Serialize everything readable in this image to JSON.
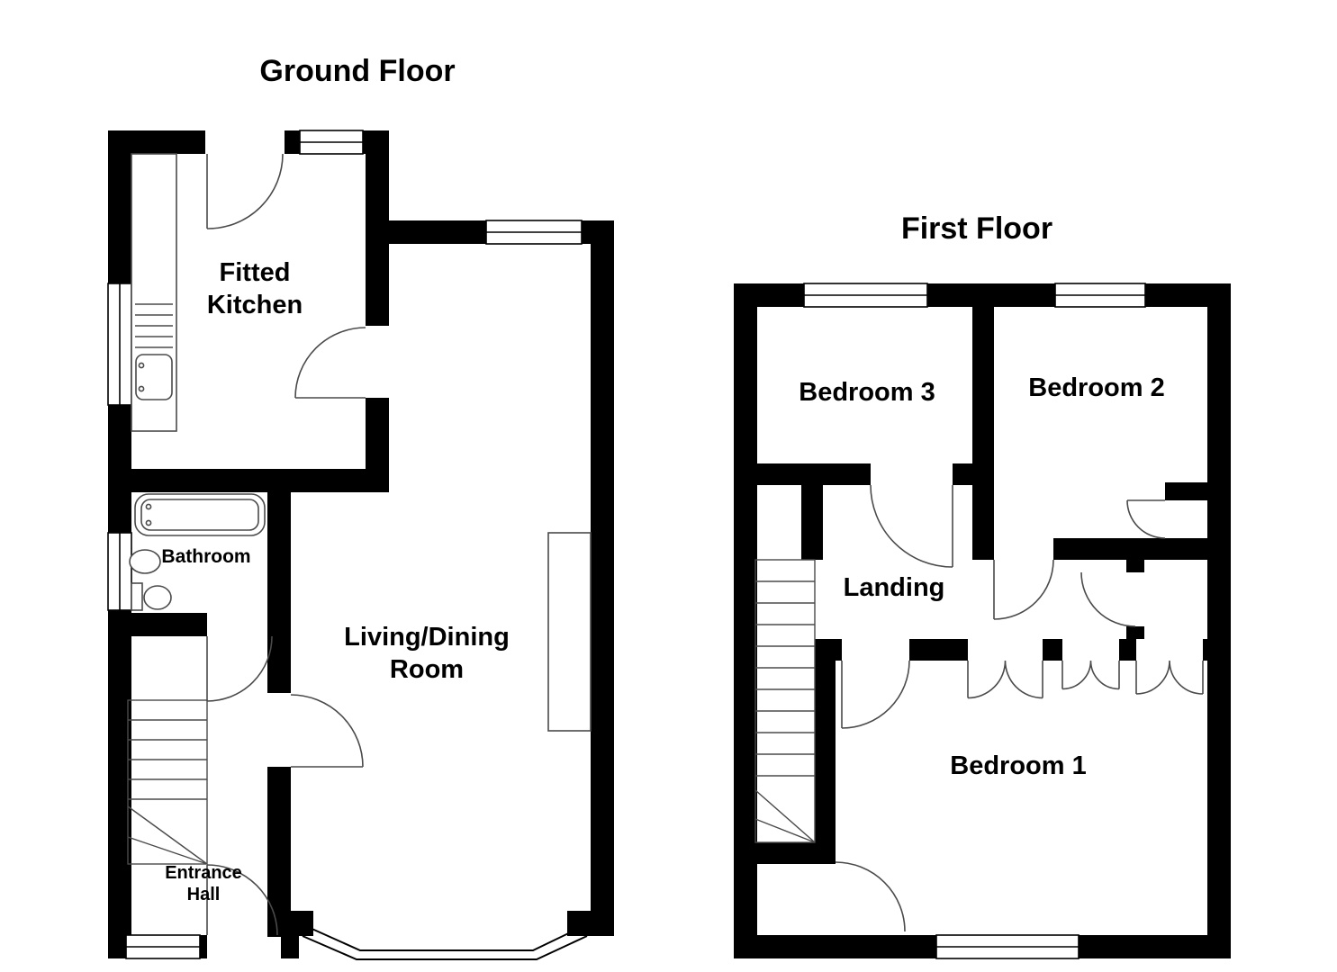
{
  "ground_floor": {
    "title": "Ground Floor",
    "rooms": {
      "fitted_kitchen": {
        "lines": [
          "Fitted",
          "Kitchen"
        ]
      },
      "bathroom": {
        "label": "Bathroom"
      },
      "living_dining": {
        "lines": [
          "Living/Dining",
          "Room"
        ]
      },
      "entrance_hall": {
        "lines": [
          "Entrance",
          "Hall"
        ]
      }
    }
  },
  "first_floor": {
    "title": "First Floor",
    "rooms": {
      "bedroom_3": {
        "label": "Bedroom 3"
      },
      "bedroom_2": {
        "label": "Bedroom 2"
      },
      "landing": {
        "label": "Landing"
      },
      "bedroom_1": {
        "label": "Bedroom 1"
      }
    }
  },
  "plan_symbols": [
    "window",
    "door-arc",
    "stairs",
    "bay-window",
    "bathtub",
    "wash-basin",
    "toilet",
    "kitchen-sink",
    "kitchen-counter",
    "fireplace"
  ],
  "colors": {
    "wall": "#000000",
    "background": "#ffffff",
    "fixture_line": "#4a4a4a"
  }
}
